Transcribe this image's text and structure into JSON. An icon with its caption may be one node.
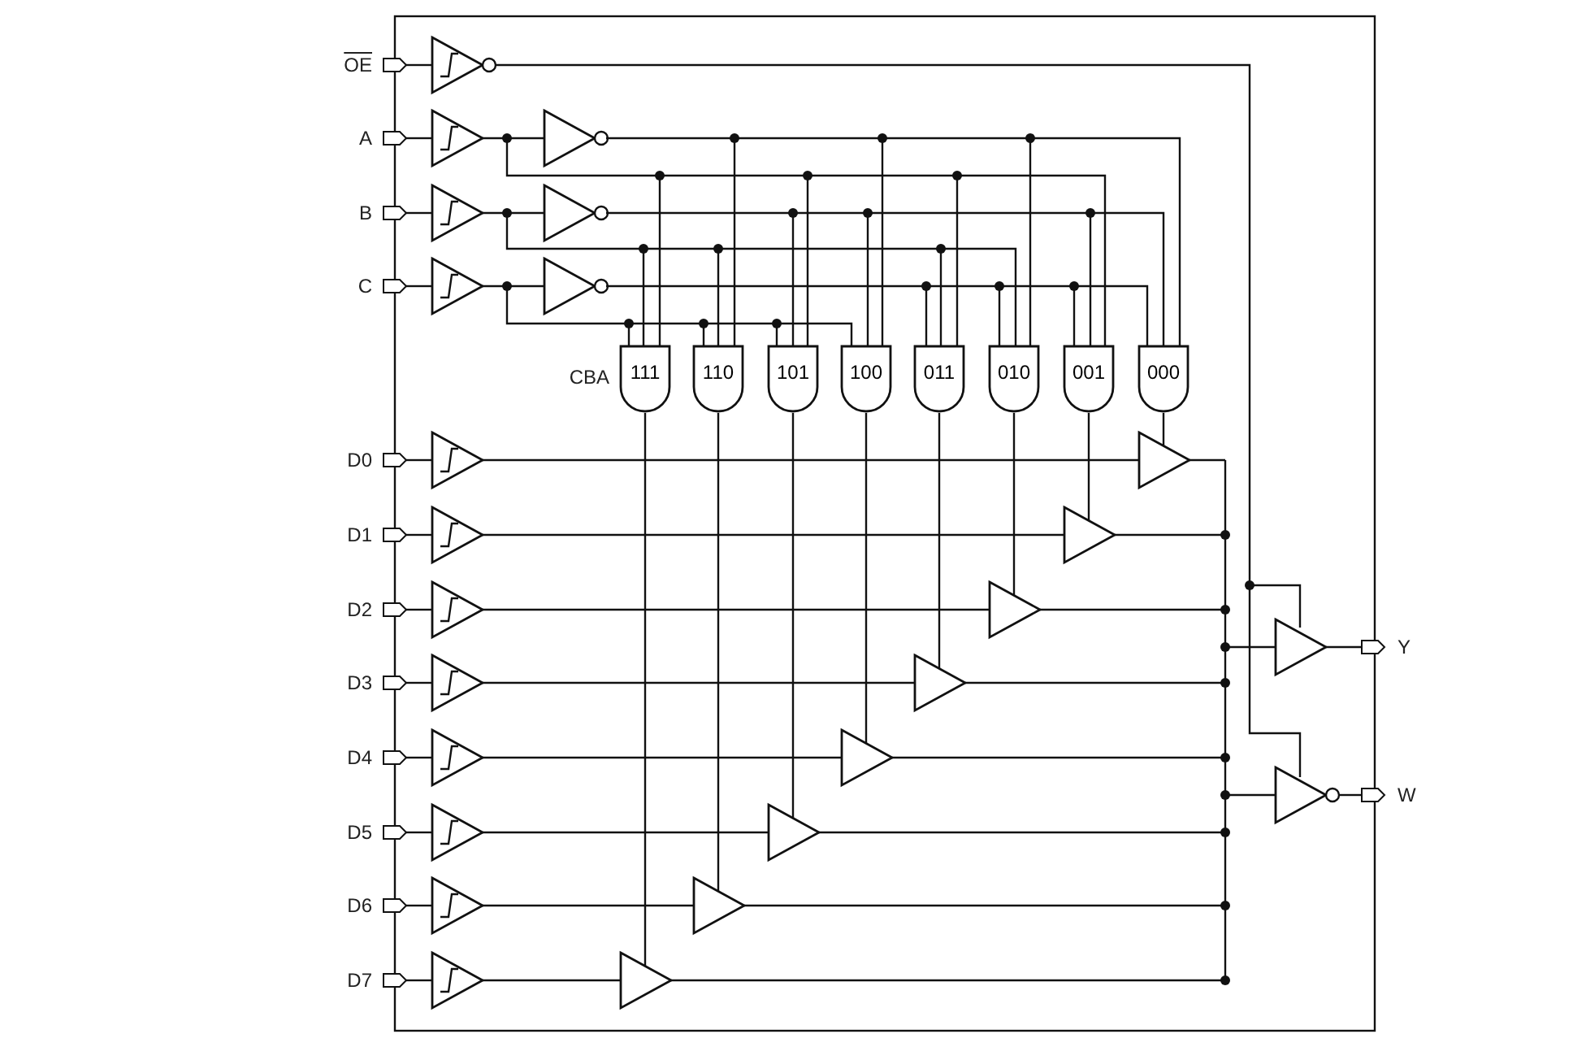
{
  "diagram": {
    "nodes": [
      {
        "text": [
          "111"
        ]
      },
      {
        "text": [
          "110"
        ]
      },
      {
        "text": [
          "101"
        ]
      },
      {
        "text": [
          "100"
        ]
      },
      {
        "text": [
          "011"
        ]
      },
      {
        "text": [
          "010"
        ]
      },
      {
        "text": [
          "001"
        ]
      },
      {
        "text": [
          "000"
        ]
      }
    ],
    "labels": [
      "OE",
      "A",
      "B",
      "C",
      "D0",
      "D1",
      "D2",
      "D3",
      "D4",
      "D5",
      "D6",
      "D7",
      "Y",
      "W",
      "CBA"
    ]
  }
}
